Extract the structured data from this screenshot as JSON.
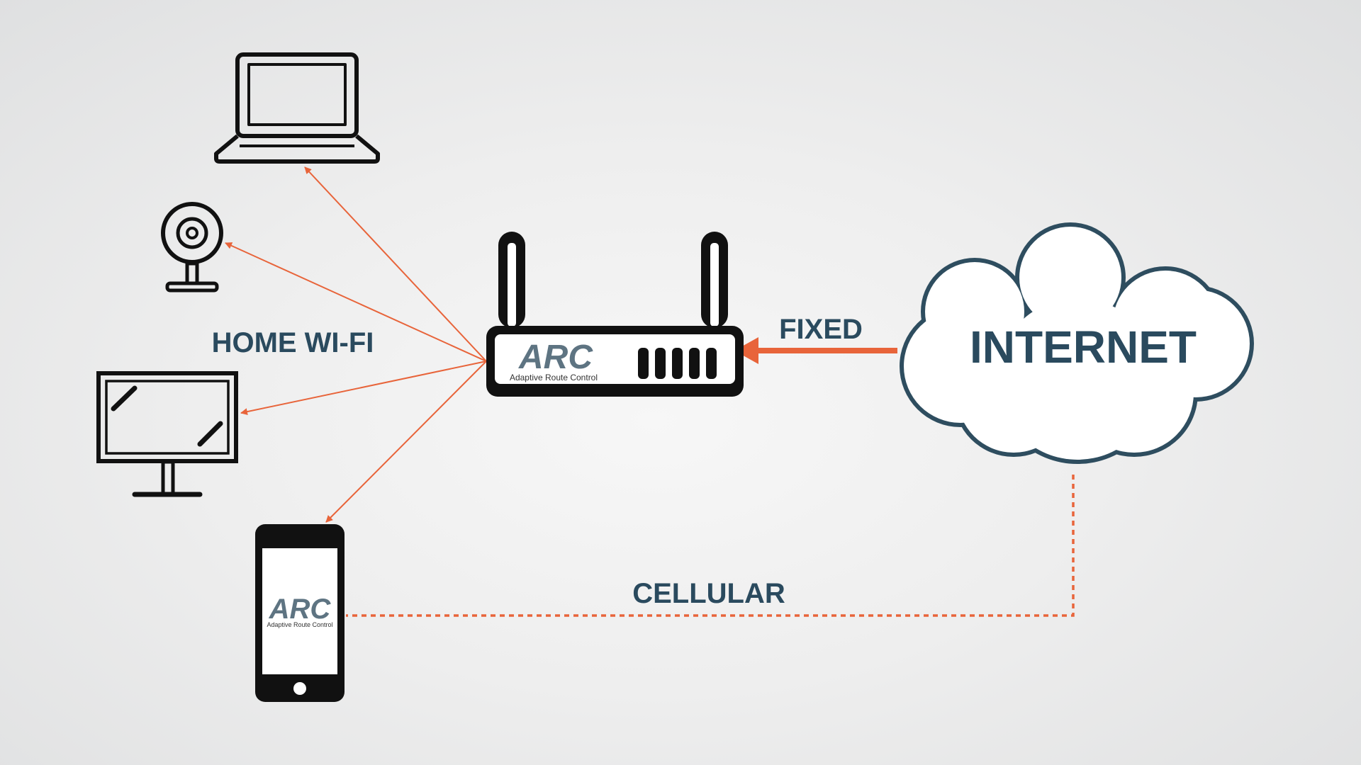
{
  "labels": {
    "home_wifi": "HOME WI-FI",
    "fixed": "FIXED",
    "cellular": "CELLULAR",
    "internet": "INTERNET"
  },
  "router": {
    "logo": "ARC",
    "tagline": "Adaptive Route Control"
  },
  "phone": {
    "logo": "ARC",
    "tagline": "Adaptive Route Control"
  },
  "devices": [
    "laptop-icon",
    "webcam-icon",
    "monitor-icon",
    "smartphone-icon",
    "router-icon",
    "cloud-icon"
  ],
  "colors": {
    "accent": "#e8643a",
    "text": "#2a4a5e",
    "outline": "#111111",
    "cloud_stroke": "#2e4d5f"
  }
}
